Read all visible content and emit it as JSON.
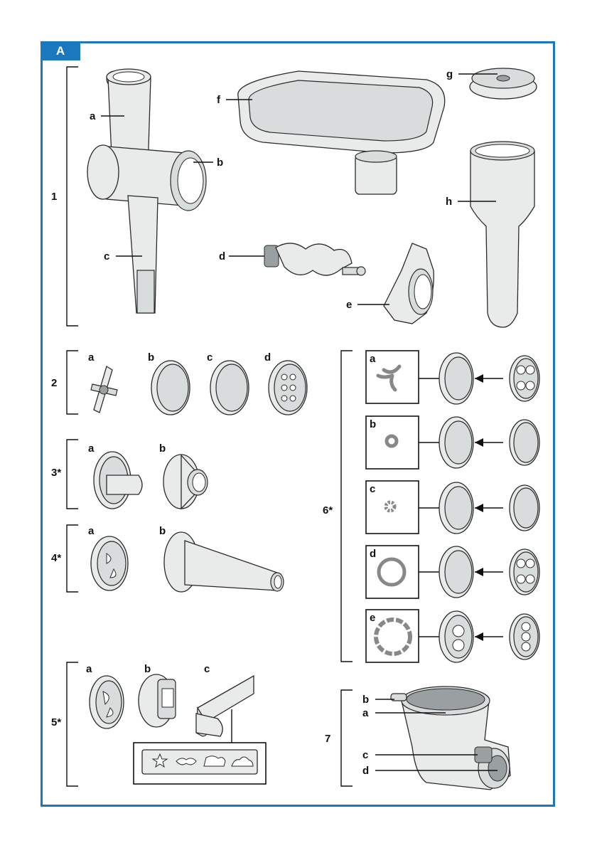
{
  "badge": "A",
  "accent_color": "#1a79be",
  "groups": {
    "g1": "1",
    "g2": "2",
    "g3": "3*",
    "g4": "4*",
    "g5": "5*",
    "g6": "6*",
    "g7": "7"
  },
  "g1_parts": {
    "a": "a",
    "b": "b",
    "c": "c",
    "d": "d",
    "e": "e",
    "f": "f",
    "g": "g",
    "h": "h"
  },
  "g2_parts": {
    "a": "a",
    "b": "b",
    "c": "c",
    "d": "d"
  },
  "g3_parts": {
    "a": "a",
    "b": "b"
  },
  "g4_parts": {
    "a": "a",
    "b": "b"
  },
  "g5_parts": {
    "a": "a",
    "b": "b",
    "c": "c"
  },
  "g6_parts": {
    "a": "a",
    "b": "b",
    "c": "c",
    "d": "d",
    "e": "e"
  },
  "g7_parts": {
    "a": "a",
    "b": "b",
    "c": "c",
    "d": "d"
  }
}
